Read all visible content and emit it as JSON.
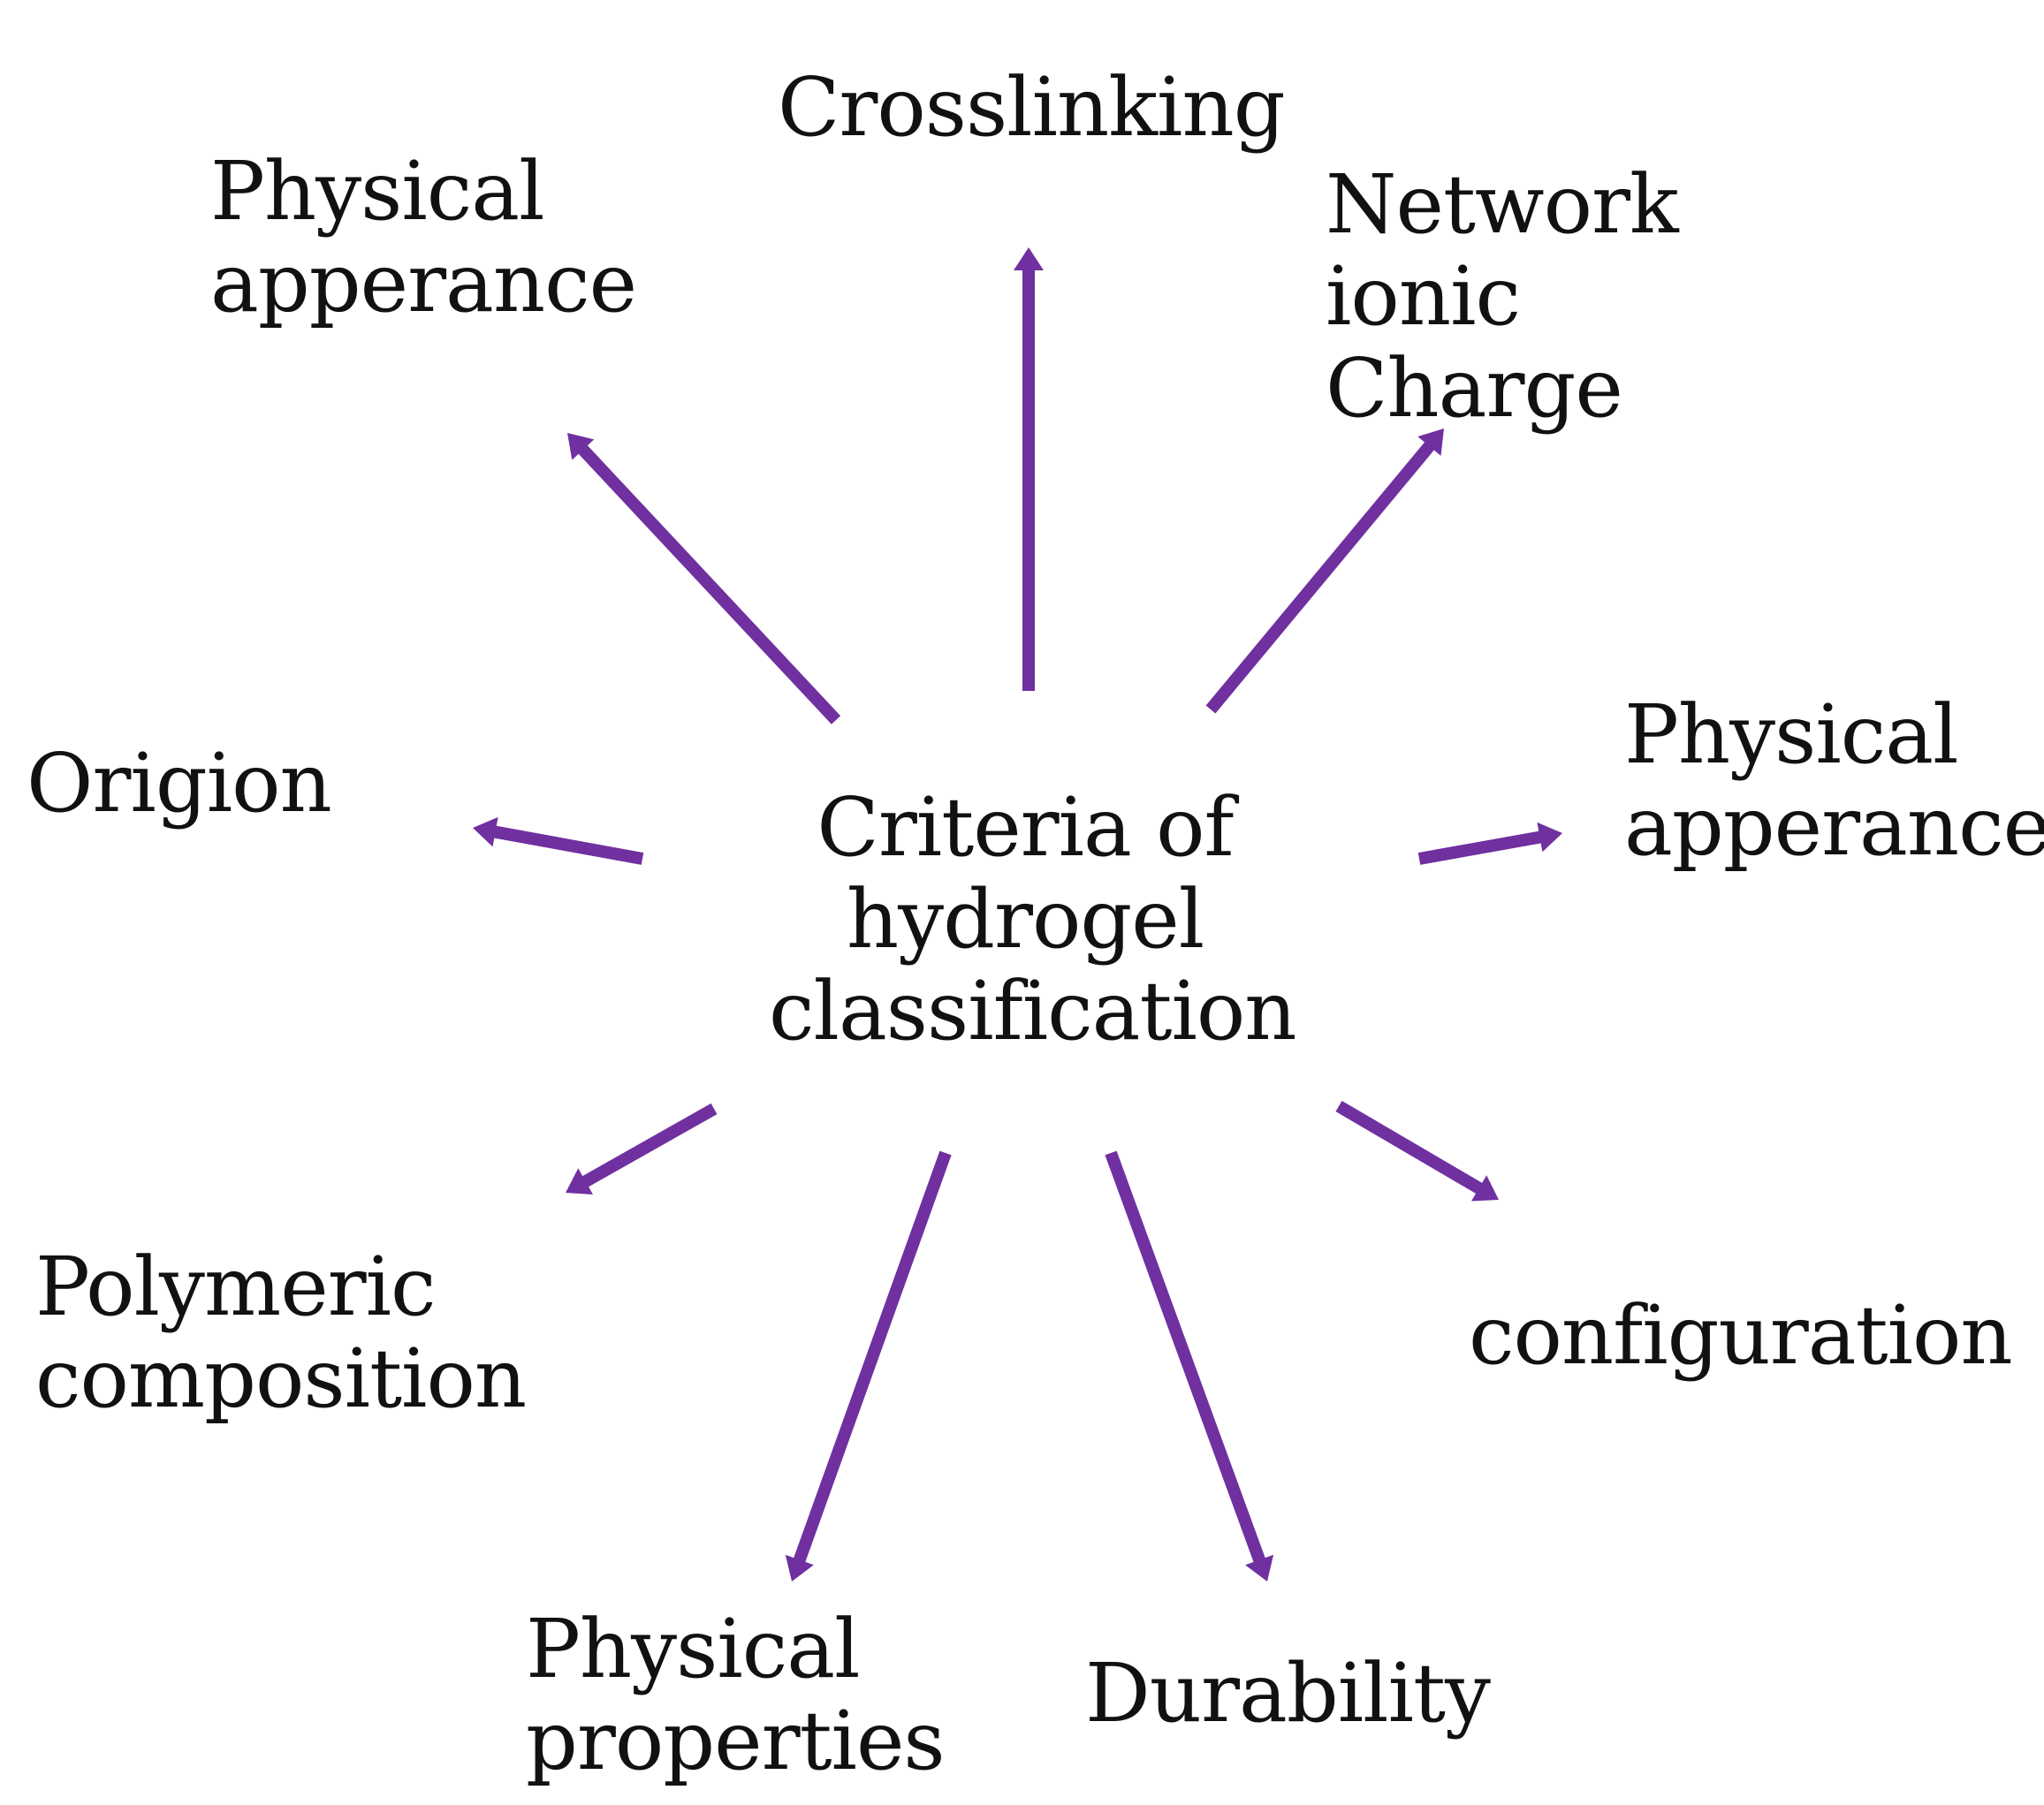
{
  "center": {
    "lines": [
      "Criteria of",
      "hydrogel",
      "classification"
    ]
  },
  "arrow_color": "#7030a0",
  "nodes": {
    "crosslinking": {
      "lines": [
        "Crosslinking"
      ]
    },
    "physical_appearance_top": {
      "lines": [
        "Physical",
        "apperance"
      ]
    },
    "network_ionic_charge": {
      "lines": [
        "Network",
        "ionic",
        "Charge"
      ]
    },
    "origion": {
      "lines": [
        "Origion"
      ]
    },
    "physical_appearance_right": {
      "lines": [
        "Physical",
        "apperance"
      ]
    },
    "polymeric_composition": {
      "lines": [
        "Polymeric",
        "composition"
      ]
    },
    "configuration": {
      "lines": [
        "configuration"
      ]
    },
    "physical_properties": {
      "lines": [
        "Physical",
        "properties"
      ]
    },
    "durability": {
      "lines": [
        "Durability"
      ]
    }
  }
}
